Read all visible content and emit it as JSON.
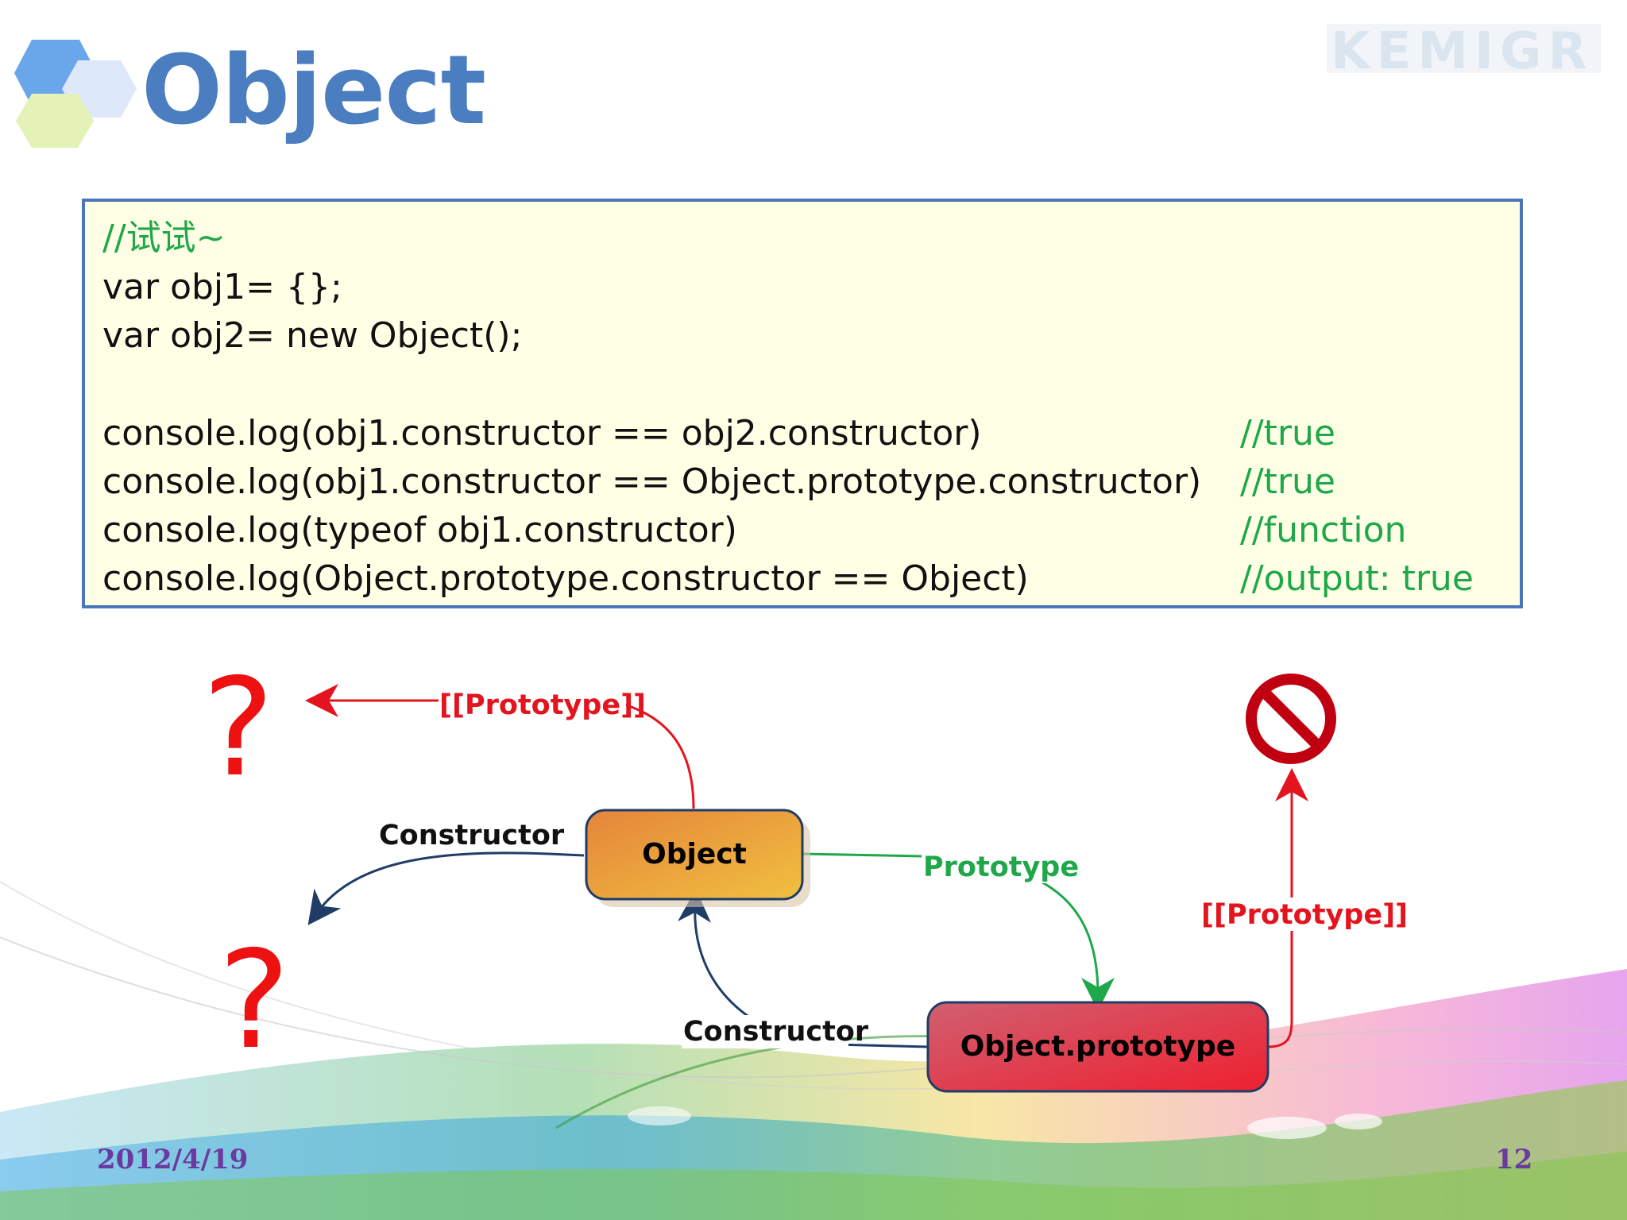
{
  "slide": {
    "title": "Object",
    "date": "2012/4/19",
    "page_number": "12"
  },
  "code": {
    "comment_line": "//试试~",
    "lines": [
      "var obj1= {};",
      "var obj2= new Object();",
      "console.log(obj1.constructor == obj2.constructor)",
      "console.log(obj1.constructor == Object.prototype.constructor)",
      "console.log(typeof obj1.constructor)",
      "console.log(Object.prototype.constructor == Object)"
    ],
    "comments": [
      "//true",
      "//true",
      "//function",
      "//output: true"
    ]
  },
  "diagram": {
    "object_node": "Object",
    "prototype_node": "Object.prototype",
    "label_prototype_link_top": "[[Prototype]]",
    "label_constructor_top": "Constructor",
    "label_prototype_green": "Prototype",
    "label_prototype_link_right": "[[Prototype]]",
    "label_constructor_bottom": "Constructor",
    "question_mark_top": "?",
    "question_mark_bottom": "?",
    "null_icon": "no-entry-icon"
  },
  "colors": {
    "title": "#4a7ec0",
    "prototype_link": "#e4141e",
    "prototype_property": "#1fa84a",
    "constructor": "#1f3d66",
    "object_node_fill": "#eaa04a",
    "prototype_node_fill": "#e05560"
  }
}
